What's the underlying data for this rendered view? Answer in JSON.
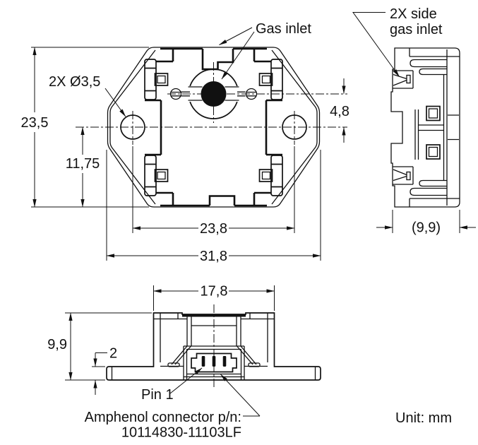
{
  "drawing": {
    "front_view": {
      "gas_inlet_label": "Gas inlet",
      "hole_callout": "2X Ø3,5",
      "dim_height": "23,5",
      "dim_hole_offset": "11,75",
      "dim_hole_spacing": "23,8",
      "dim_width": "31,8",
      "dim_inlet_offset": "4,8"
    },
    "side_view": {
      "side_inlet_label_line1": "2X side",
      "side_inlet_label_line2": "gas inlet",
      "dim_depth": "(9,9)"
    },
    "bottom_view": {
      "dim_body_width": "17,8",
      "dim_height": "9,9",
      "dim_flange_thickness": "2",
      "pin_label": "Pin 1",
      "connector_label_line1": "Amphenol connector p/n:",
      "connector_label_line2": "10114830-11103LF"
    },
    "unit_note": "Unit: mm"
  }
}
